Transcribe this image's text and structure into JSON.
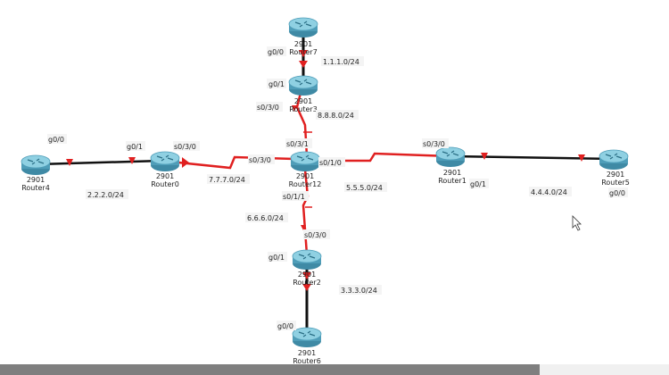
{
  "routers": [
    {
      "id": "router7",
      "model": "2901",
      "name": "Router7"
    },
    {
      "id": "router3",
      "model": "2901",
      "name": "Router3"
    },
    {
      "id": "router4",
      "model": "2901",
      "name": "Router4"
    },
    {
      "id": "router0",
      "model": "2901",
      "name": "Router0"
    },
    {
      "id": "router12",
      "model": "2901",
      "name": "Router12"
    },
    {
      "id": "router1",
      "model": "2901",
      "name": "Router1"
    },
    {
      "id": "router5",
      "model": "2901",
      "name": "Router5"
    },
    {
      "id": "router2",
      "model": "2901",
      "name": "Router2"
    },
    {
      "id": "router6",
      "model": "2901",
      "name": "Router6"
    }
  ],
  "networks": {
    "n1": "1.1.1.0/24",
    "n8": "8.8.8.0/24",
    "n2": "2.2.2.0/24",
    "n7": "7.7.7.0/24",
    "n5": "5.5.5.0/24",
    "n4": "4.4.4.0/24",
    "n6": "6.6.6.0/24",
    "n3": "3.3.3.0/24"
  },
  "interfaces": {
    "r7_g00": "g0/0",
    "r3_g01": "g0/1",
    "r3_s030": "s0/3/0",
    "r4_g00": "g0/0",
    "r0_g01": "g0/1",
    "r0_s030": "s0/3/0",
    "r12_s031": "s0/3/1",
    "r12_s030": "s0/3/0",
    "r12_s010": "s0/1/0",
    "r12_s011": "s0/1/1",
    "r1_s030": "s0/3/0",
    "r1_g01": "g0/1",
    "r5_g00": "g0/0",
    "r2_s030": "s0/3/0",
    "r2_g01": "g0/1",
    "r6_g00": "g0/0"
  },
  "colors": {
    "serial": "#e02020",
    "ethernet": "#111111",
    "router_body": "#5aa9c2",
    "router_top": "#8fd0e2"
  }
}
